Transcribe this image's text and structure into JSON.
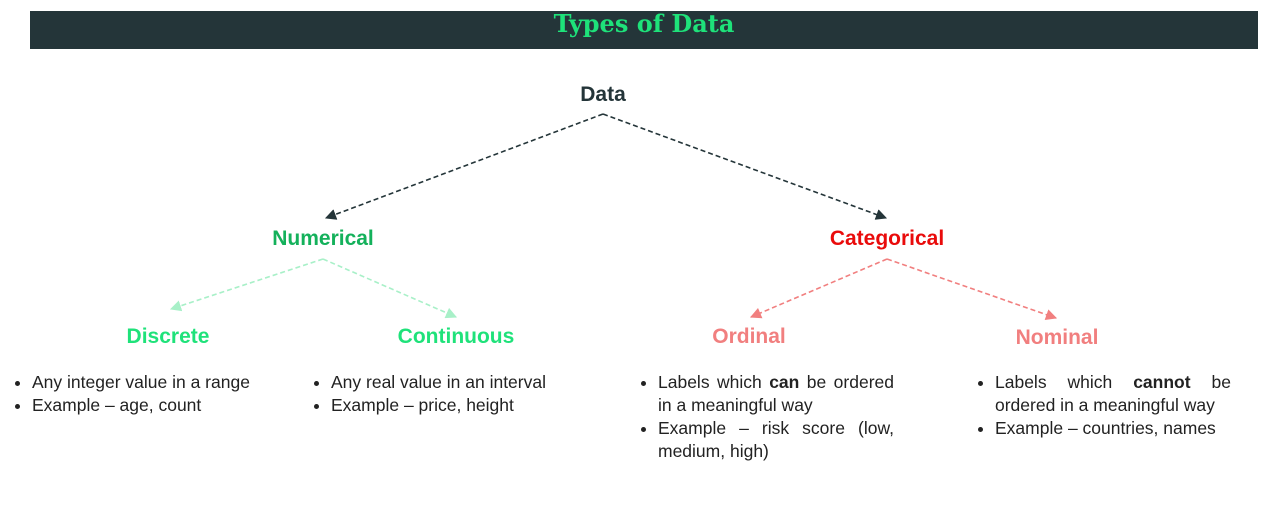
{
  "title": "Types of Data",
  "colors": {
    "banner_bg": "#243539",
    "title_text": "#1ee27a",
    "root": "#243539",
    "numerical": "#14b15b",
    "categorical": "#e90b0b",
    "numerical_children": "#1fe27a",
    "categorical_children": "#f17f7f"
  },
  "tree": {
    "root": "Data",
    "numerical": {
      "label": "Numerical",
      "discrete": {
        "label": "Discrete",
        "bullets": [
          "Any integer value in a range",
          "Example – age, count"
        ]
      },
      "continuous": {
        "label": "Continuous",
        "bullets": [
          "Any real value in an interval",
          "Example – price, height"
        ]
      }
    },
    "categorical": {
      "label": "Categorical",
      "ordinal": {
        "label": "Ordinal",
        "b1_pre": "Labels which",
        "b1_bold": "can",
        "b1_post": "be ordered in a meaningful way",
        "b2": "Example – risk score (low, medium, high)"
      },
      "nominal": {
        "label": "Nominal",
        "b1_pre": "Labels which",
        "b1_bold": "cannot",
        "b1_post": "be ordered in a meaningful way",
        "b2": "Example – countries, names"
      }
    }
  }
}
